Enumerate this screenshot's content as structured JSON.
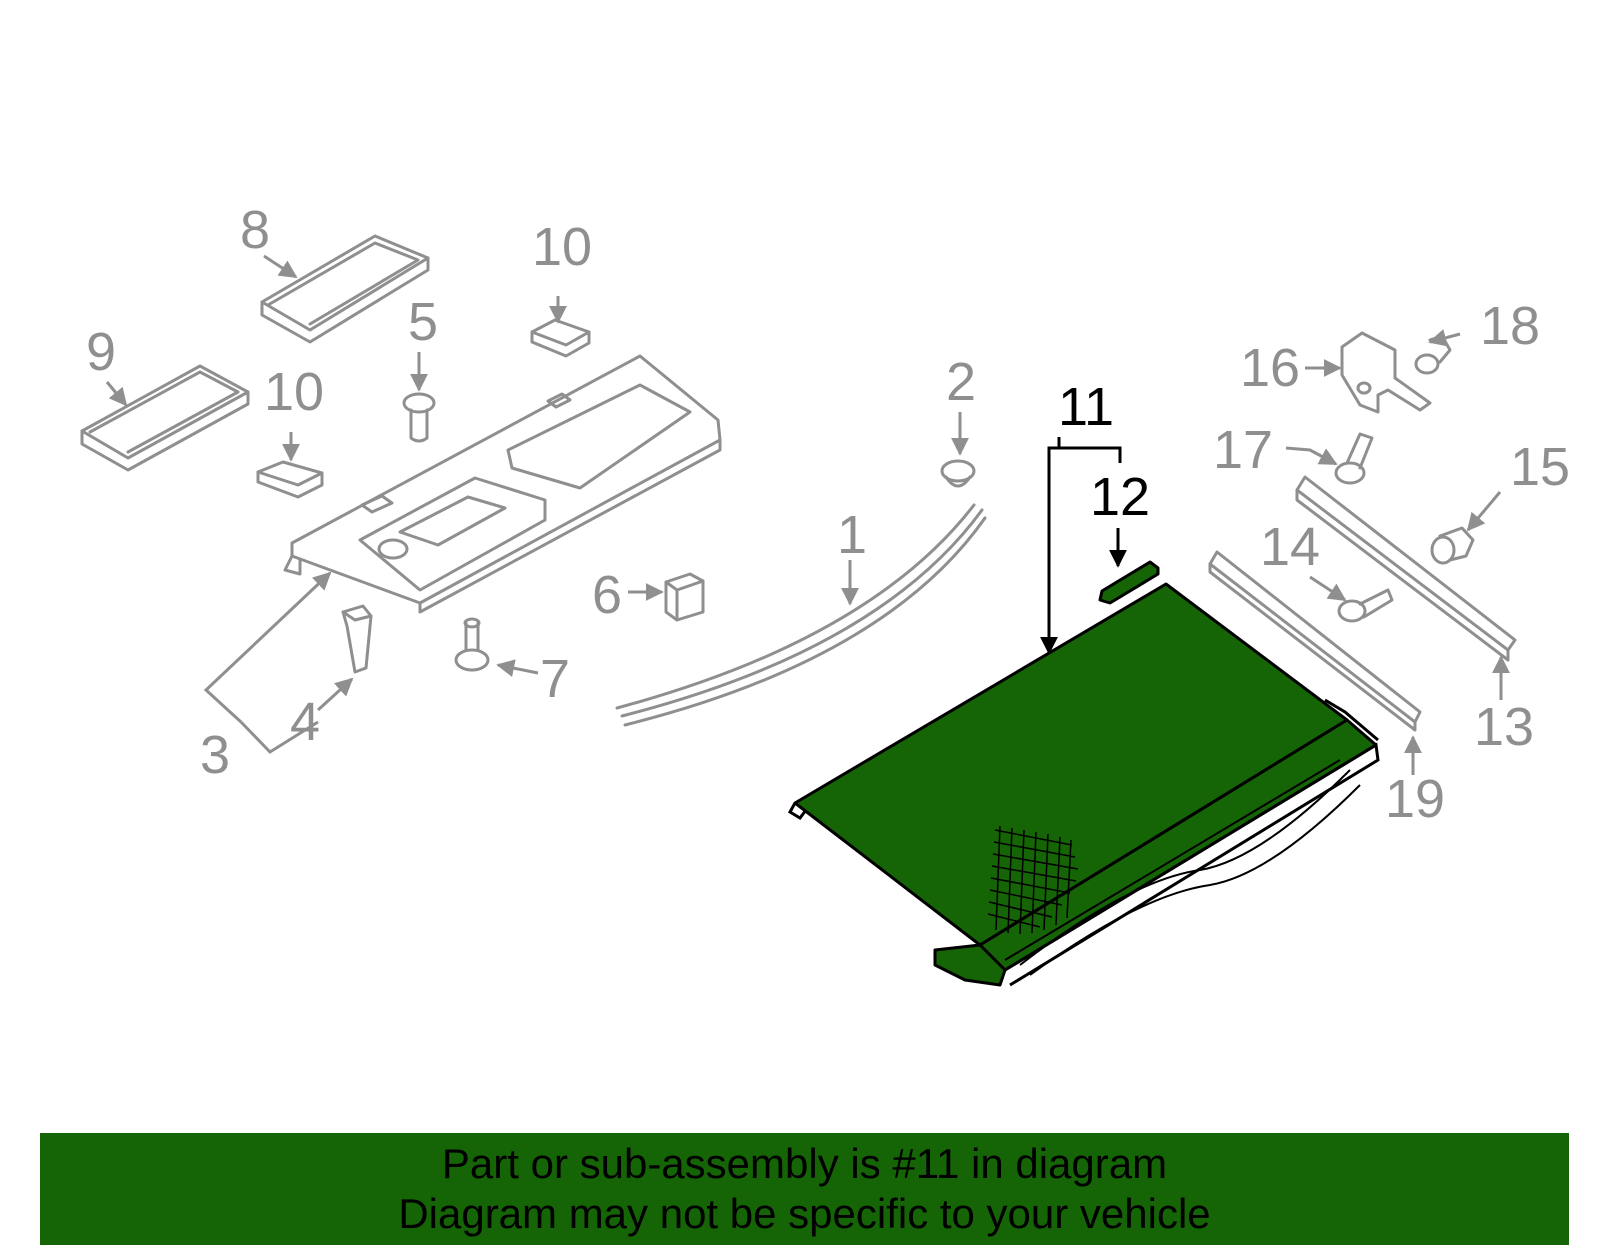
{
  "colors": {
    "highlight": "#156406",
    "part_outline": "#8f8f8f",
    "footer_background": "#156406",
    "text": "#000000"
  },
  "callouts": {
    "c1": "1",
    "c2": "2",
    "c3": "3",
    "c4": "4",
    "c5": "5",
    "c6": "6",
    "c7": "7",
    "c8": "8",
    "c9": "9",
    "c10a": "10",
    "c10b": "10",
    "c11": "11",
    "c12": "12",
    "c13": "13",
    "c14": "14",
    "c15": "15",
    "c16": "16",
    "c17": "17",
    "c18": "18",
    "c19": "19"
  },
  "highlighted_part": "11",
  "footer": {
    "line1": "Part or sub-assembly is #11 in diagram",
    "line2": "Diagram may not be specific to your vehicle"
  }
}
